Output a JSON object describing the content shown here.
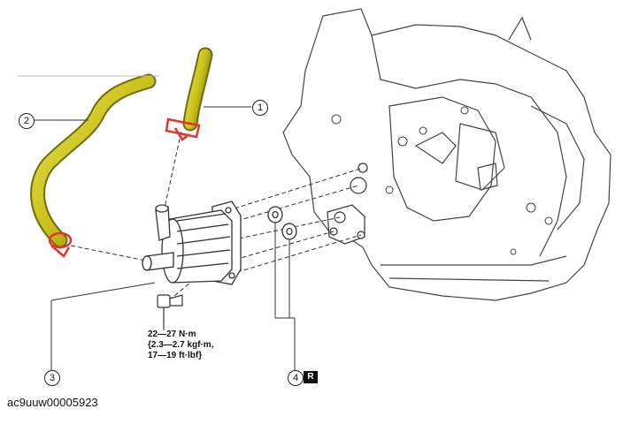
{
  "callouts": [
    {
      "id": "1",
      "label": "1"
    },
    {
      "id": "2",
      "label": "2"
    },
    {
      "id": "3",
      "label": "3"
    },
    {
      "id": "4",
      "label": "4"
    }
  ],
  "torque_spec": {
    "line1": "22—27 N·m",
    "line2": "{2.3—2.7 kgf·m,",
    "line3": "17—19 ft·lbf}"
  },
  "replace_badge": "R",
  "image_code": "ac9uuw00005923",
  "colors": {
    "hose": "#c9c21a",
    "hose_shadow": "#7d7a0e",
    "clamp": "#e8332a",
    "line": "#333333"
  }
}
